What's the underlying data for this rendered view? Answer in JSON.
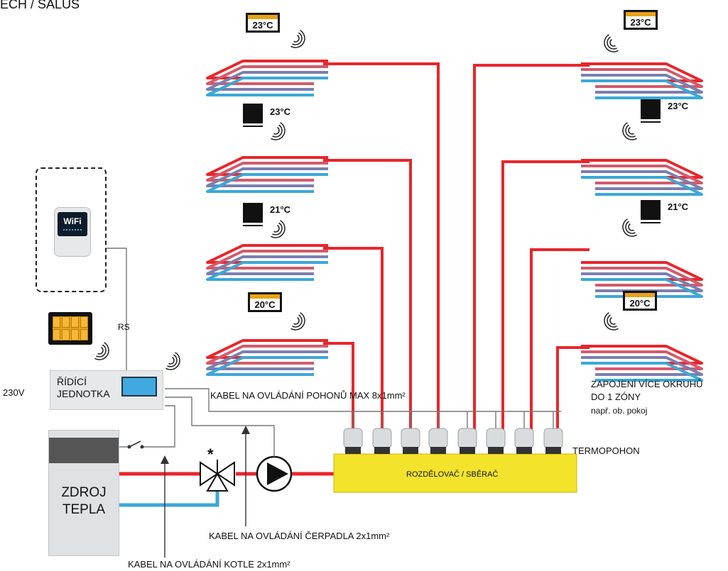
{
  "header": {
    "title_fragment": "ECH / SALUS"
  },
  "thermostats": {
    "left": [
      {
        "temp": "23°C",
        "style": "framed"
      },
      {
        "temp": "23°C",
        "style": "black"
      },
      {
        "temp": "21°C",
        "style": "black"
      },
      {
        "temp": "20°C",
        "style": "framed"
      }
    ],
    "right": [
      {
        "temp": "23°C",
        "style": "framed"
      },
      {
        "temp": "23°C",
        "style": "black"
      },
      {
        "temp": "21°C",
        "style": "black"
      },
      {
        "temp": "20°C",
        "style": "framed"
      }
    ]
  },
  "devices": {
    "wifi_label": "WiFi",
    "rs_label": "RS",
    "voltage_label": "230V",
    "control_unit": {
      "line1": "ŘÍDÍCÍ",
      "line2": "JEDNOTKA"
    },
    "boiler": {
      "line1": "ZDROJ",
      "line2": "TEPLA"
    },
    "valve_symbol": "*"
  },
  "manifold": {
    "label": "ROZDĚLOVAČ / SBĚRAČ",
    "actuator_count": 8
  },
  "labels": {
    "actuator_cable": "KABEL NA OVLÁDÁNÍ POHONŮ MAX 8x1mm²",
    "pump_cable": "KABEL NA OVLÁDÁNÍ ČERPADLA 2x1mm²",
    "boiler_cable": "KABEL NA OVLÁDÁNÍ KOTLE  2x1mm²",
    "multi_zone_1": "ZAPOJENÍ VÍCE OKRUHŮ",
    "multi_zone_2": "DO 1 ZÓNY",
    "multi_zone_3": "např. ob. pokoj",
    "actuator": "TERMOPOHON"
  },
  "colors": {
    "supply": "#e8262b",
    "return": "#3aa8d8",
    "manifold": "#f3e32b",
    "thermostat_accent": "#e8a317",
    "wire": "#888888"
  }
}
